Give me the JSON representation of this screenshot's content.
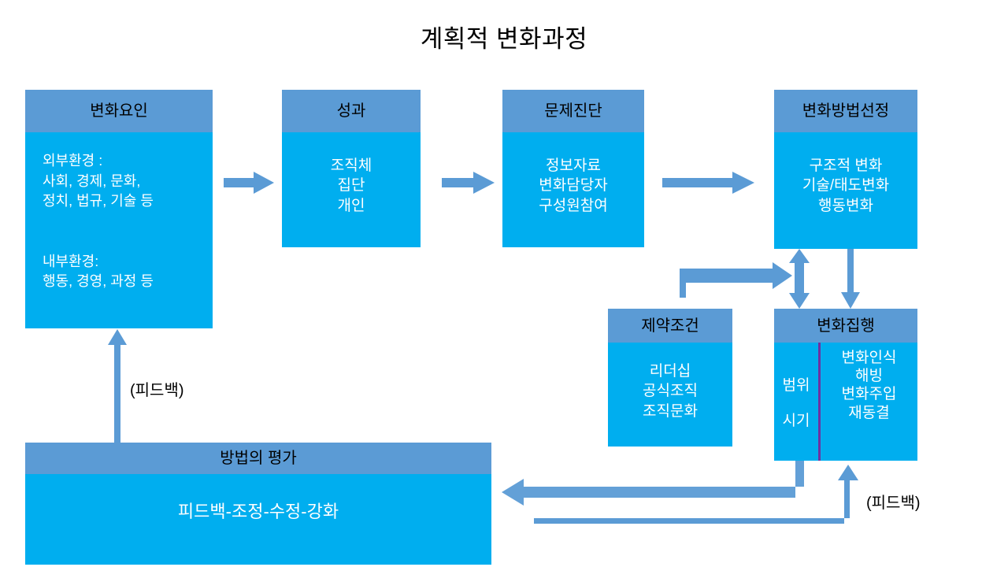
{
  "title": "계획적 변화과정",
  "palette": {
    "header_blue": "#5B9BD5",
    "body_cyan": "#00AEEF",
    "arrow_blue": "#5B9BD5",
    "divider_purple": "#7030A0",
    "text_white": "#FFFFFF",
    "text_black": "#000000",
    "background": "#FFFFFF"
  },
  "boxes": {
    "change_factors": {
      "header": "변화요인",
      "body": "외부환경 :\n사회, 경제, 문화,\n정치, 법규, 기술 등\n\n\n내부환경:\n 행동, 경영, 과정 등"
    },
    "performance": {
      "header": "성과",
      "body": "조직체\n집단\n개인"
    },
    "problem_diagnosis": {
      "header": "문제진단",
      "body": "정보자료\n변화담당자\n구성원참여"
    },
    "method_selection": {
      "header": "변화방법선정",
      "body": "구조적 변화\n기술/태도변화\n행동변화"
    },
    "constraints": {
      "header": "제약조건",
      "body": "리더십\n공식조직\n조직문화"
    },
    "change_execution": {
      "header": "변화집행",
      "left_column": "범위\n\n시기",
      "right_column": "변화인식\n해빙\n변화주입\n재동결"
    },
    "method_evaluation": {
      "header": "방법의 평가",
      "body": "피드백-조정-수정-강화"
    }
  },
  "labels": {
    "feedback_left": "(피드백)",
    "feedback_right": "(피드백)"
  },
  "chart_data": {
    "type": "diagram",
    "title": "계획적 변화과정",
    "nodes": [
      "변화요인",
      "성과",
      "문제진단",
      "변화방법선정",
      "제약조건",
      "변화집행",
      "방법의 평가"
    ],
    "edges": [
      {
        "from": "변화요인",
        "to": "성과",
        "kind": "arrow"
      },
      {
        "from": "성과",
        "to": "문제진단",
        "kind": "arrow"
      },
      {
        "from": "문제진단",
        "to": "변화방법선정",
        "kind": "arrow"
      },
      {
        "from": "변화방법선정",
        "to": "변화집행",
        "kind": "double-arrow"
      },
      {
        "from": "변화방법선정",
        "to": "변화집행",
        "kind": "arrow"
      },
      {
        "from": "제약조건",
        "to": "변화집행",
        "kind": "elbow-arrow"
      },
      {
        "from": "변화집행",
        "to": "방법의 평가",
        "kind": "elbow-arrow"
      },
      {
        "from": "방법의 평가",
        "to": "변화집행",
        "kind": "elbow-arrow",
        "label": "(피드백)"
      },
      {
        "from": "방법의 평가",
        "to": "변화요인",
        "kind": "arrow",
        "label": "(피드백)"
      }
    ]
  }
}
